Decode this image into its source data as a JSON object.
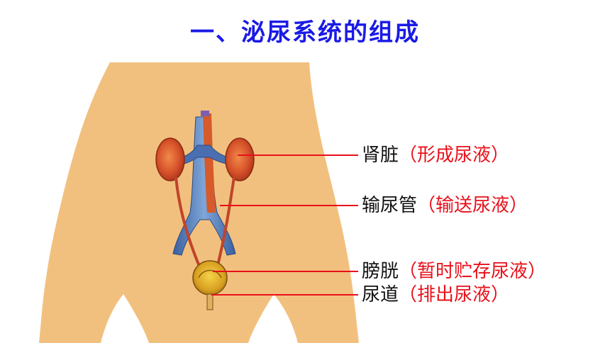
{
  "title": "一、泌尿系统的组成",
  "colors": {
    "title": "#1a1ae6",
    "body": "#f2c07e",
    "leader": "#e8101a",
    "function_text": "#e8101a",
    "organ_text": "#111111"
  },
  "labels": [
    {
      "organ": "肾脏",
      "function": "（形成尿液）"
    },
    {
      "organ": "输尿管",
      "function": "（输送尿液）"
    },
    {
      "organ": "膀胱",
      "function": "（暂时贮存尿液）"
    },
    {
      "organ": "尿道",
      "function": "（排出尿液）"
    }
  ]
}
